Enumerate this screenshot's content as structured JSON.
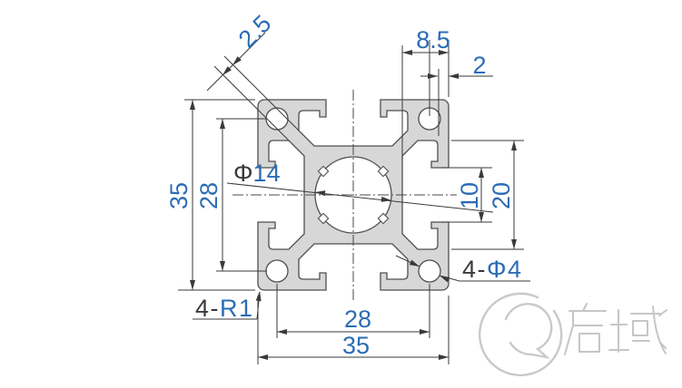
{
  "drawing": {
    "type": "technical-dimension-drawing",
    "subject": "35x35 T-slot aluminium extrusion profile cross-section",
    "dims": {
      "web_thickness": "2.5",
      "slot_depth": "8.5",
      "lip_thickness": "2",
      "overall_height": "35",
      "hole_pitch_vertical": "28",
      "slot_opening": "10",
      "cavity_width": "20",
      "center_hole_prefix": "Φ",
      "center_hole_value": "14",
      "corner_holes_prefix": "4-",
      "corner_holes_value": "Φ4",
      "corner_radius_prefix": "4-",
      "corner_radius_value": "R1",
      "hole_pitch_horizontal": "28",
      "overall_width": "35"
    },
    "colors": {
      "dimension_text": "#2c6cb5",
      "drawing_lines": "#3a3a3a",
      "profile_fill": "#d6d7d6",
      "watermark": "#c9c9c9"
    },
    "logo": {
      "text": "启域",
      "mark": "q-swoosh-icon"
    }
  }
}
